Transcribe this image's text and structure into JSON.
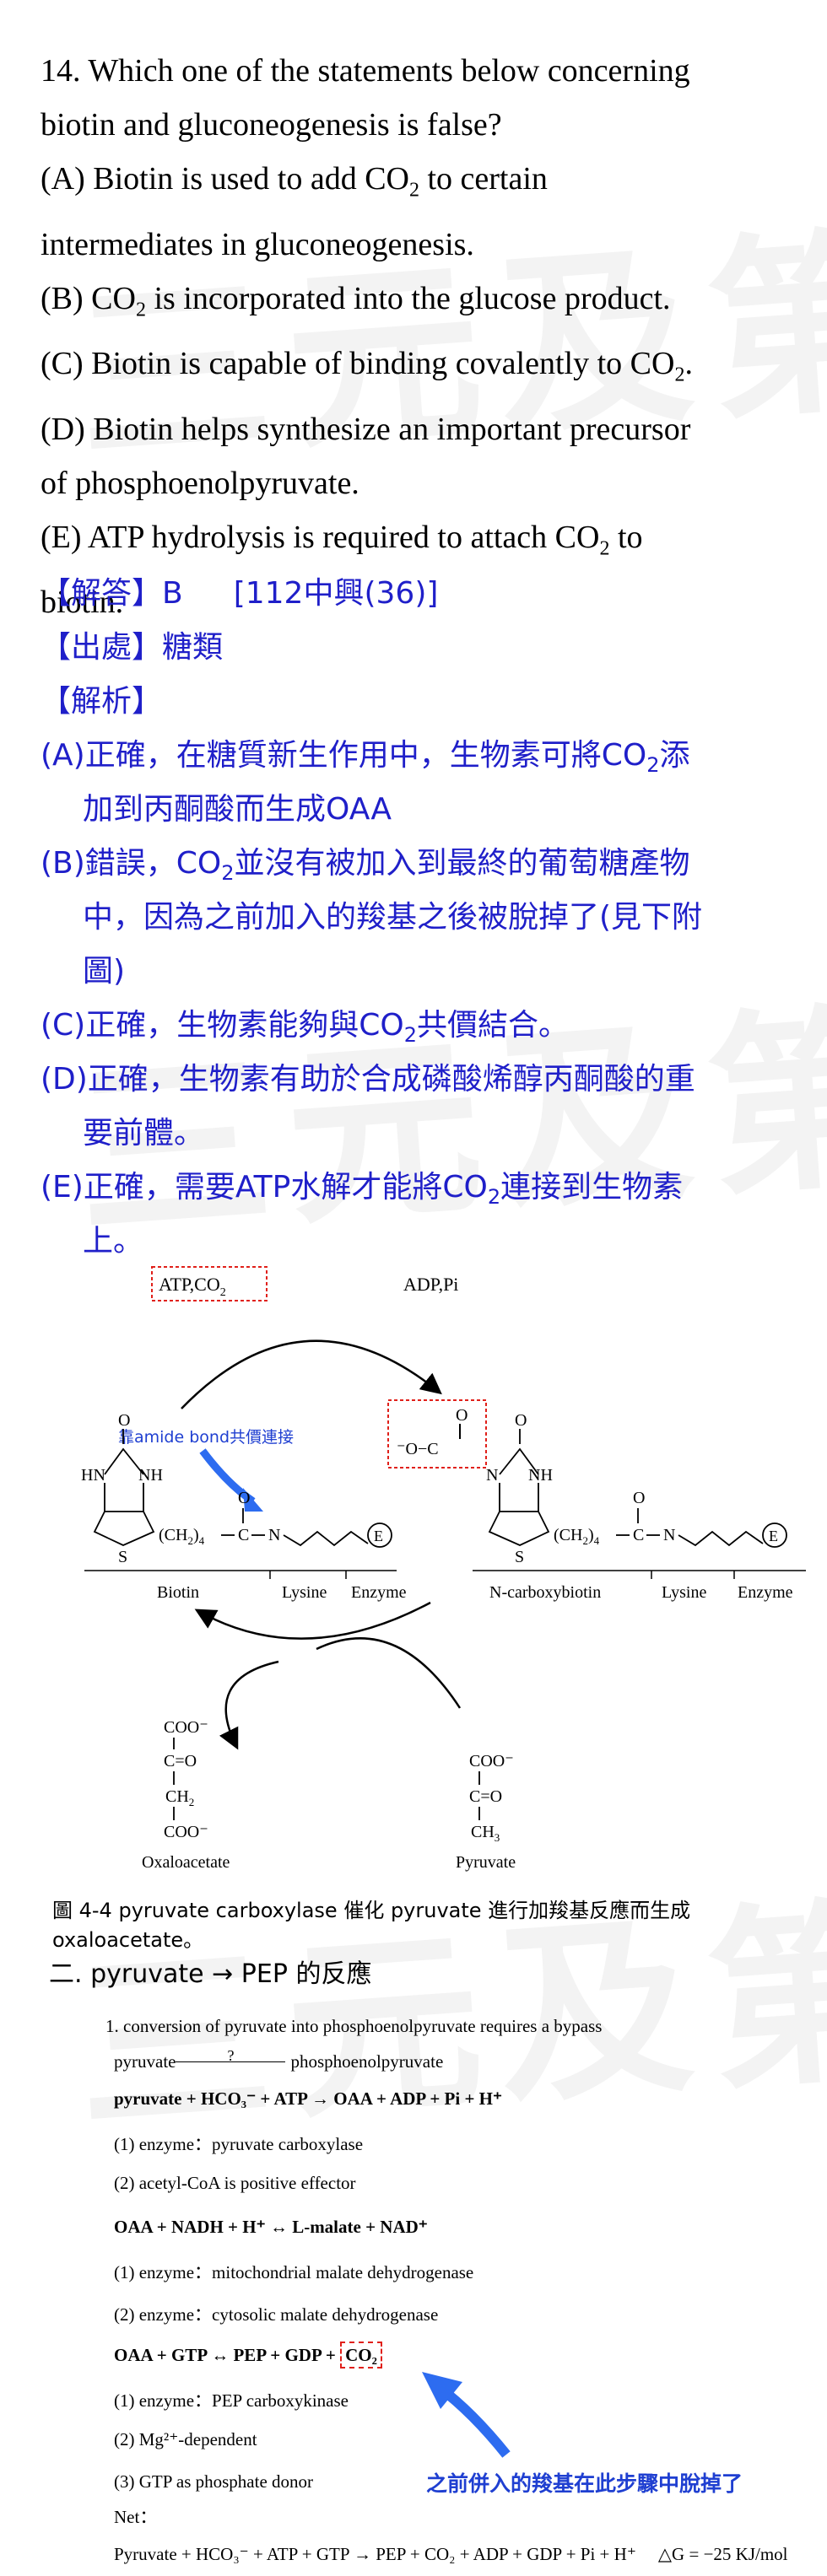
{
  "watermark": "三元及第",
  "question": {
    "line1": "14. Which one of the statements below concerning",
    "line2": "biotin and gluconeogenesis is false?",
    "optA1": "(A) Biotin is used to add CO",
    "optA1b": " to certain",
    "optA2": "intermediates in gluconeogenesis.",
    "optB": "(B) CO",
    "optBb": " is incorporated into the glucose product.",
    "optC": "(C) Biotin is capable of binding covalently to CO",
    "optCb": ".",
    "optD1": "(D) Biotin helps synthesize an important precursor",
    "optD2": "of phosphoenolpyruvate.",
    "optE1": "(E) ATP hydrolysis is required to attach CO",
    "optE1b": " to",
    "optE2": "biotin.",
    "sub2": "2"
  },
  "answer": {
    "ans_label": "【解答】B",
    "ans_source": "[112中興(36)]",
    "origin_label": "【出處】糖類",
    "explain_label": "【解析】",
    "a1": "(A)正確，在糖質新生作用中，生物素可將CO",
    "a1b": "添",
    "a2": "加到丙酮酸而生成OAA",
    "b1": "(B)錯誤，CO",
    "b1b": "並沒有被加入到最終的葡萄糖產物",
    "b2": "中，因為之前加入的羧基之後被脫掉了(見下附",
    "b3": "圖)",
    "c1": "(C)正確，生物素能夠與CO",
    "c1b": "共價結合。",
    "d1": "(D)正確，生物素有助於合成磷酸烯醇丙酮酸的重",
    "d2": "要前體。",
    "e1": "(E)正確，需要ATP水解才能將CO",
    "e1b": "連接到生物素",
    "e2": "上。"
  },
  "figure": {
    "atp_co2": "ATP,CO",
    "adp_pi": "ADP,Pi",
    "amide_note": "靠amide bond共價連接",
    "biotin": "Biotin",
    "lysine": "Lysine",
    "enzyme": "Enzyme",
    "ncb": "N-carboxybiotin",
    "hn": "HN",
    "nh": "NH",
    "o": "O",
    "s": "S",
    "chain": "(CH",
    "chain_sub": "2",
    "chain_sub4": "4",
    "c_eq": "C",
    "n": "N",
    "e": "E",
    "carboxyl": "⁻O−C",
    "oaa_coo": "COO⁻",
    "oaa_co": "C=O",
    "oaa_ch2": "CH",
    "oaa_coo2": "COO⁻",
    "oaa": "Oxaloacetate",
    "pyr_coo": "COO⁻",
    "pyr_co": "C=O",
    "pyr_ch3": "CH",
    "pyr": "Pyruvate",
    "caption": "圖 4-4   pyruvate carboxylase 催化 pyruvate 進行加羧基反應而生成 oxaloacetate。"
  },
  "section2": {
    "title": "二. pyruvate → PEP 的反應",
    "n1": "1. conversion of pyruvate into phosphoenolpyruvate requires a bypass",
    "n2a": "pyruvate",
    "n2q": "?",
    "n2b": "phosphoenolpyruvate",
    "n3": "pyruvate + HCO₃⁻ + ATP → OAA + ADP + Pi + H⁺",
    "n4": "(1) enzyme：pyruvate carboxylase",
    "n5": "(2) acetyl-CoA is positive effector",
    "n6": "OAA + NADH + H⁺ ↔ L-malate + NAD⁺",
    "n7": "(1) enzyme：mitochondrial malate dehydrogenase",
    "n8": "(2) enzyme：cytosolic malate dehydrogenase",
    "n9": "OAA + GTP ↔ PEP + GDP +",
    "n9co2": "CO₂",
    "n10": "(1) enzyme：PEP carboxykinase",
    "n11": "(2) Mg²⁺-dependent",
    "n12": "(3) GTP as phosphate donor",
    "n13": "Net：",
    "n14": "Pyruvate + HCO₃⁻ + ATP + GTP → PEP + CO₂ + ADP + GDP + Pi + H⁺",
    "n14dg": "△G = −25 KJ/mol",
    "callout": "之前併入的羧基在此步驟中脫掉了"
  },
  "colors": {
    "answer_blue": "#1f1fc9",
    "callout_blue": "#2d6cf0",
    "box_red": "#e0201a"
  }
}
